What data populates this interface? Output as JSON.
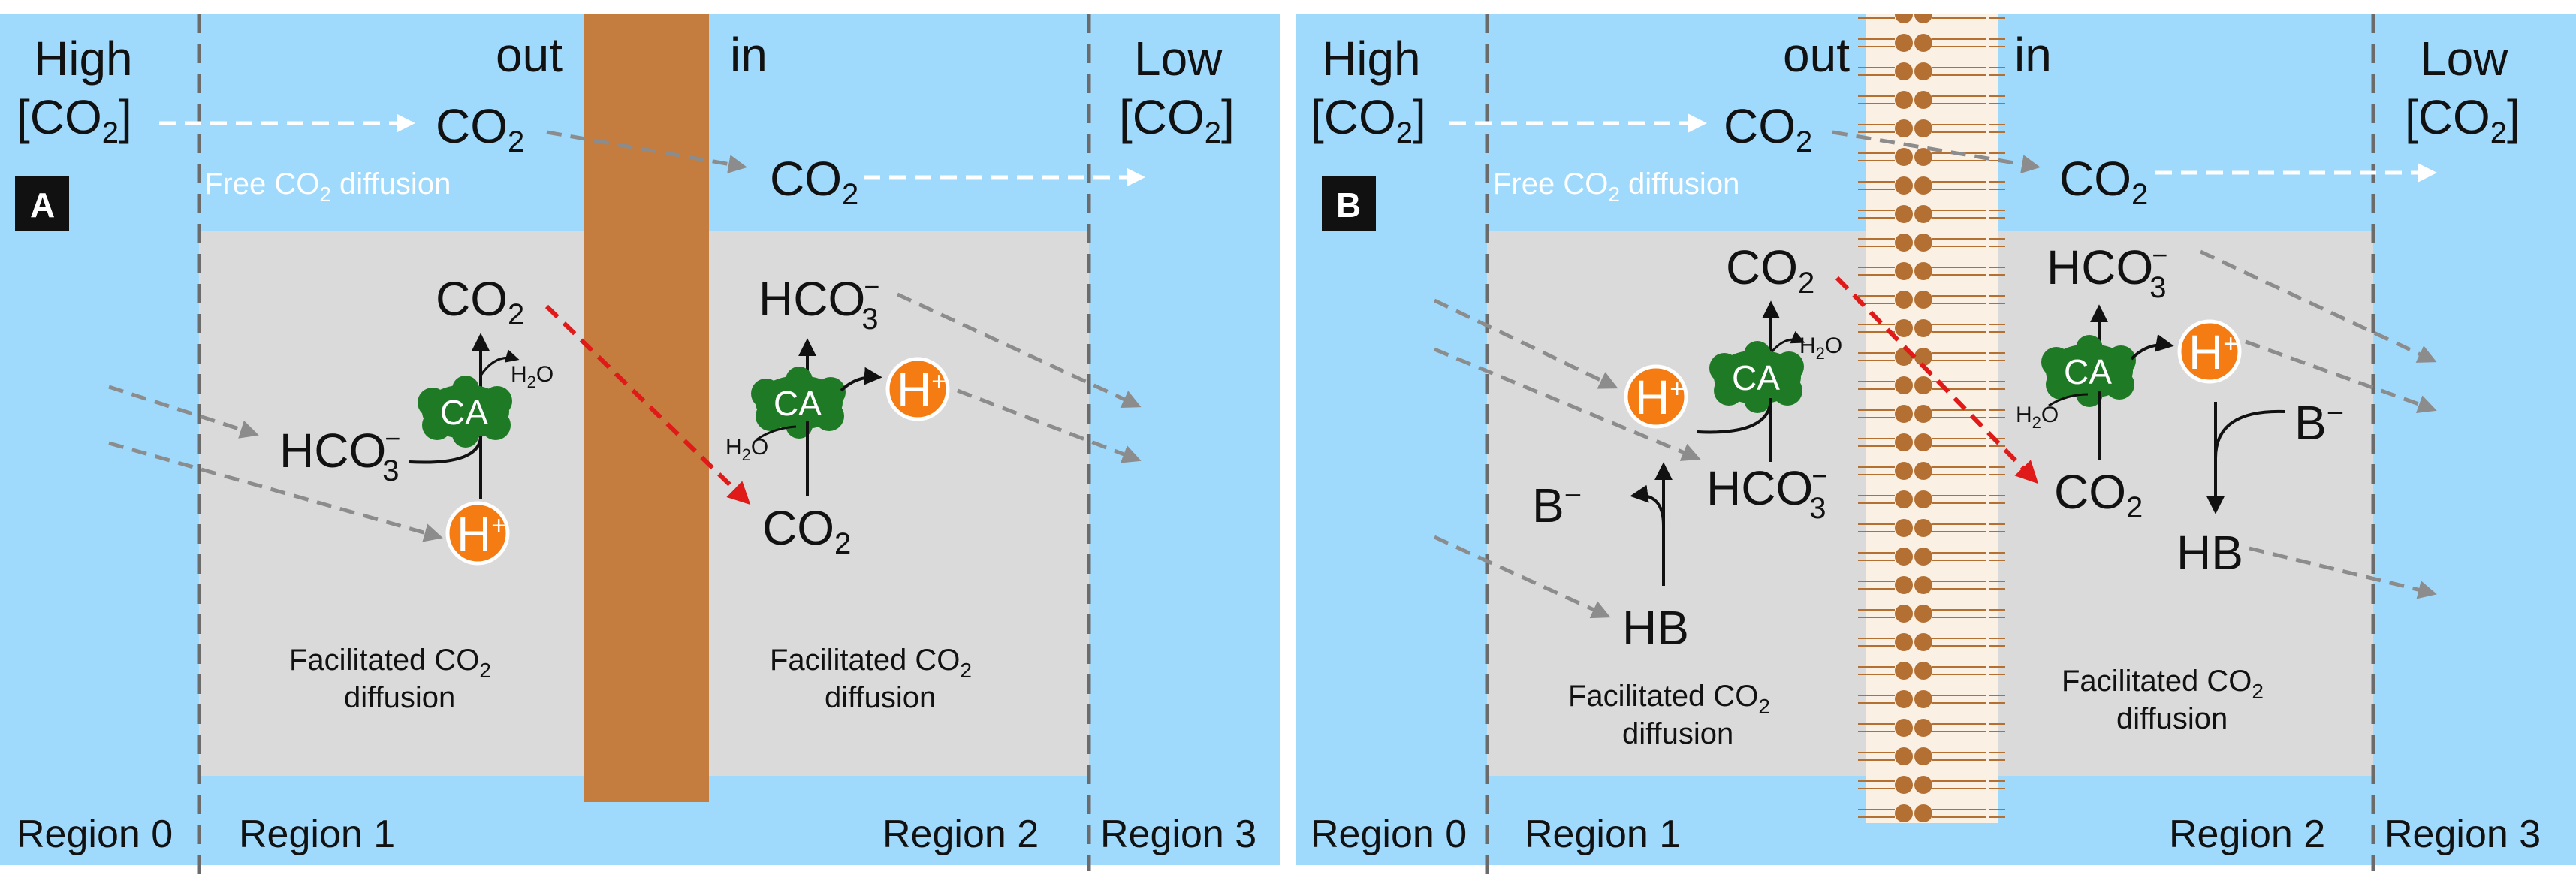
{
  "colors": {
    "water": "#9fd9fc",
    "cell": "#dadada",
    "wall": "#c47c3f",
    "lipid": "#b46f32",
    "enzyme": "#1e7a25",
    "proton": "#f47c12",
    "red_arrow": "#e01919",
    "grey_arrow": "#8c8c8c"
  },
  "labels": {
    "high": "High",
    "low": "Low",
    "conc": "[CO",
    "conc_end": "]",
    "two": "2",
    "three": "3",
    "minus": "−",
    "plus": "+",
    "out": "out",
    "in": "in",
    "co": "CO",
    "hco": "HCO",
    "h": "H",
    "h2o_h": "H",
    "h2o_o": "O",
    "ca": "CA",
    "b": "B",
    "hb": "HB",
    "free_diffusion": "Free CO",
    "free_diffusion_end": " diffusion",
    "facilitated": "Facilitated CO",
    "diffusion": "diffusion",
    "region0": "Region 0",
    "region1": "Region 1",
    "region2": "Region 2",
    "region3": "Region 3"
  },
  "panels": [
    {
      "letter": "A"
    },
    {
      "letter": "B"
    }
  ]
}
